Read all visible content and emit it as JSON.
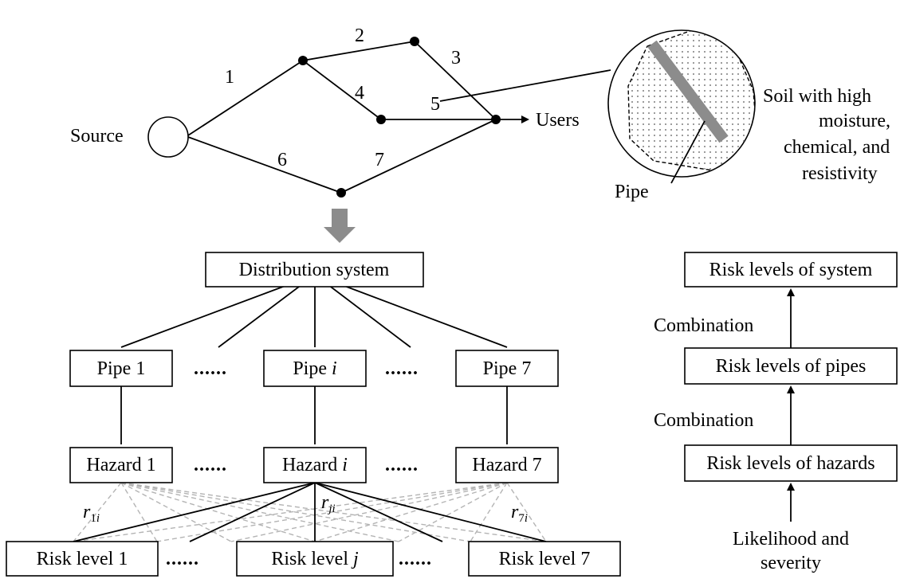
{
  "network": {
    "source_label": "Source",
    "users_label": "Users",
    "edge_labels": [
      "1",
      "2",
      "3",
      "4",
      "5",
      "6",
      "7"
    ],
    "inset": {
      "pipe_label": "Pipe",
      "soil_lines": [
        "Soil with high",
        "moisture,",
        "chemical, and",
        "resistivity"
      ]
    }
  },
  "hierarchy": {
    "root": "Distribution system",
    "pipe_1": "Pipe 1",
    "pipe_i_prefix": "Pipe ",
    "pipe_7": "Pipe 7",
    "hazard_1": "Hazard 1",
    "hazard_i_prefix": "Hazard ",
    "hazard_7": "Hazard 7",
    "risk_1": "Risk level 1",
    "risk_j_prefix": "Risk level ",
    "risk_7": "Risk level 7",
    "ellipsis": "......",
    "var_i": "i",
    "var_j": "j",
    "r_symbol": "r",
    "r_sub_1i_a": "1",
    "r_sub_1i_b": "i",
    "r_sub_ji_a": "j",
    "r_sub_ji_b": "i",
    "r_sub_7i_a": "7",
    "r_sub_7i_b": "i"
  },
  "aggregation": {
    "system": "Risk levels of system",
    "pipes": "Risk levels of pipes",
    "hazards": "Risk levels of hazards",
    "combination_upper": "Combination",
    "combination_lower": "Combination",
    "input_line1": "Likelihood and",
    "input_line2": "severity"
  },
  "colors": {
    "arrow_fill": "#8c8c8c",
    "pipe_gray": "#8c8c8c",
    "dashed_gray": "#b4b4b4"
  }
}
